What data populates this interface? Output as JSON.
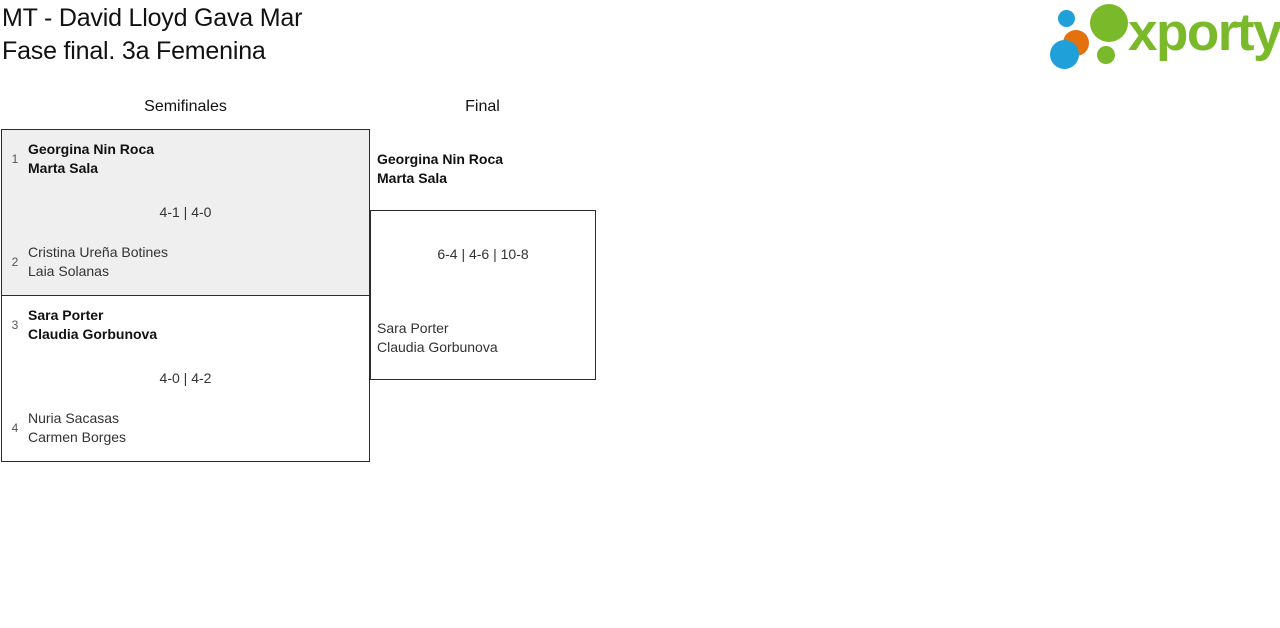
{
  "header": {
    "title": "MT - David Lloyd Gava Mar\nFase final. 3a Femenina"
  },
  "logo": {
    "wordmark": "xporty",
    "colors": {
      "green": "#7ab929",
      "blue": "#1fa0d8",
      "orange": "#e4700e"
    }
  },
  "bracket": {
    "rounds": [
      {
        "label": "Semifinales"
      },
      {
        "label": "Final"
      }
    ],
    "semifinals": [
      {
        "top": {
          "seed": "1",
          "names": "Georgina Nin Roca\nMarta Sala",
          "winner": true
        },
        "bottom": {
          "seed": "2",
          "names": "Cristina Ureña Botines\nLaia Solanas",
          "winner": false
        },
        "score": "4-1 | 4-0"
      },
      {
        "top": {
          "seed": "3",
          "names": "Sara Porter\nClaudia Gorbunova",
          "winner": true
        },
        "bottom": {
          "seed": "4",
          "names": "Nuria Sacasas\nCarmen Borges",
          "winner": false
        },
        "score": "4-0 | 4-2"
      }
    ],
    "final": {
      "winner_names": "Georgina Nin Roca\nMarta Sala",
      "loser_names": "Sara Porter\nClaudia Gorbunova",
      "score": "6-4 | 4-6 | 10-8"
    }
  }
}
